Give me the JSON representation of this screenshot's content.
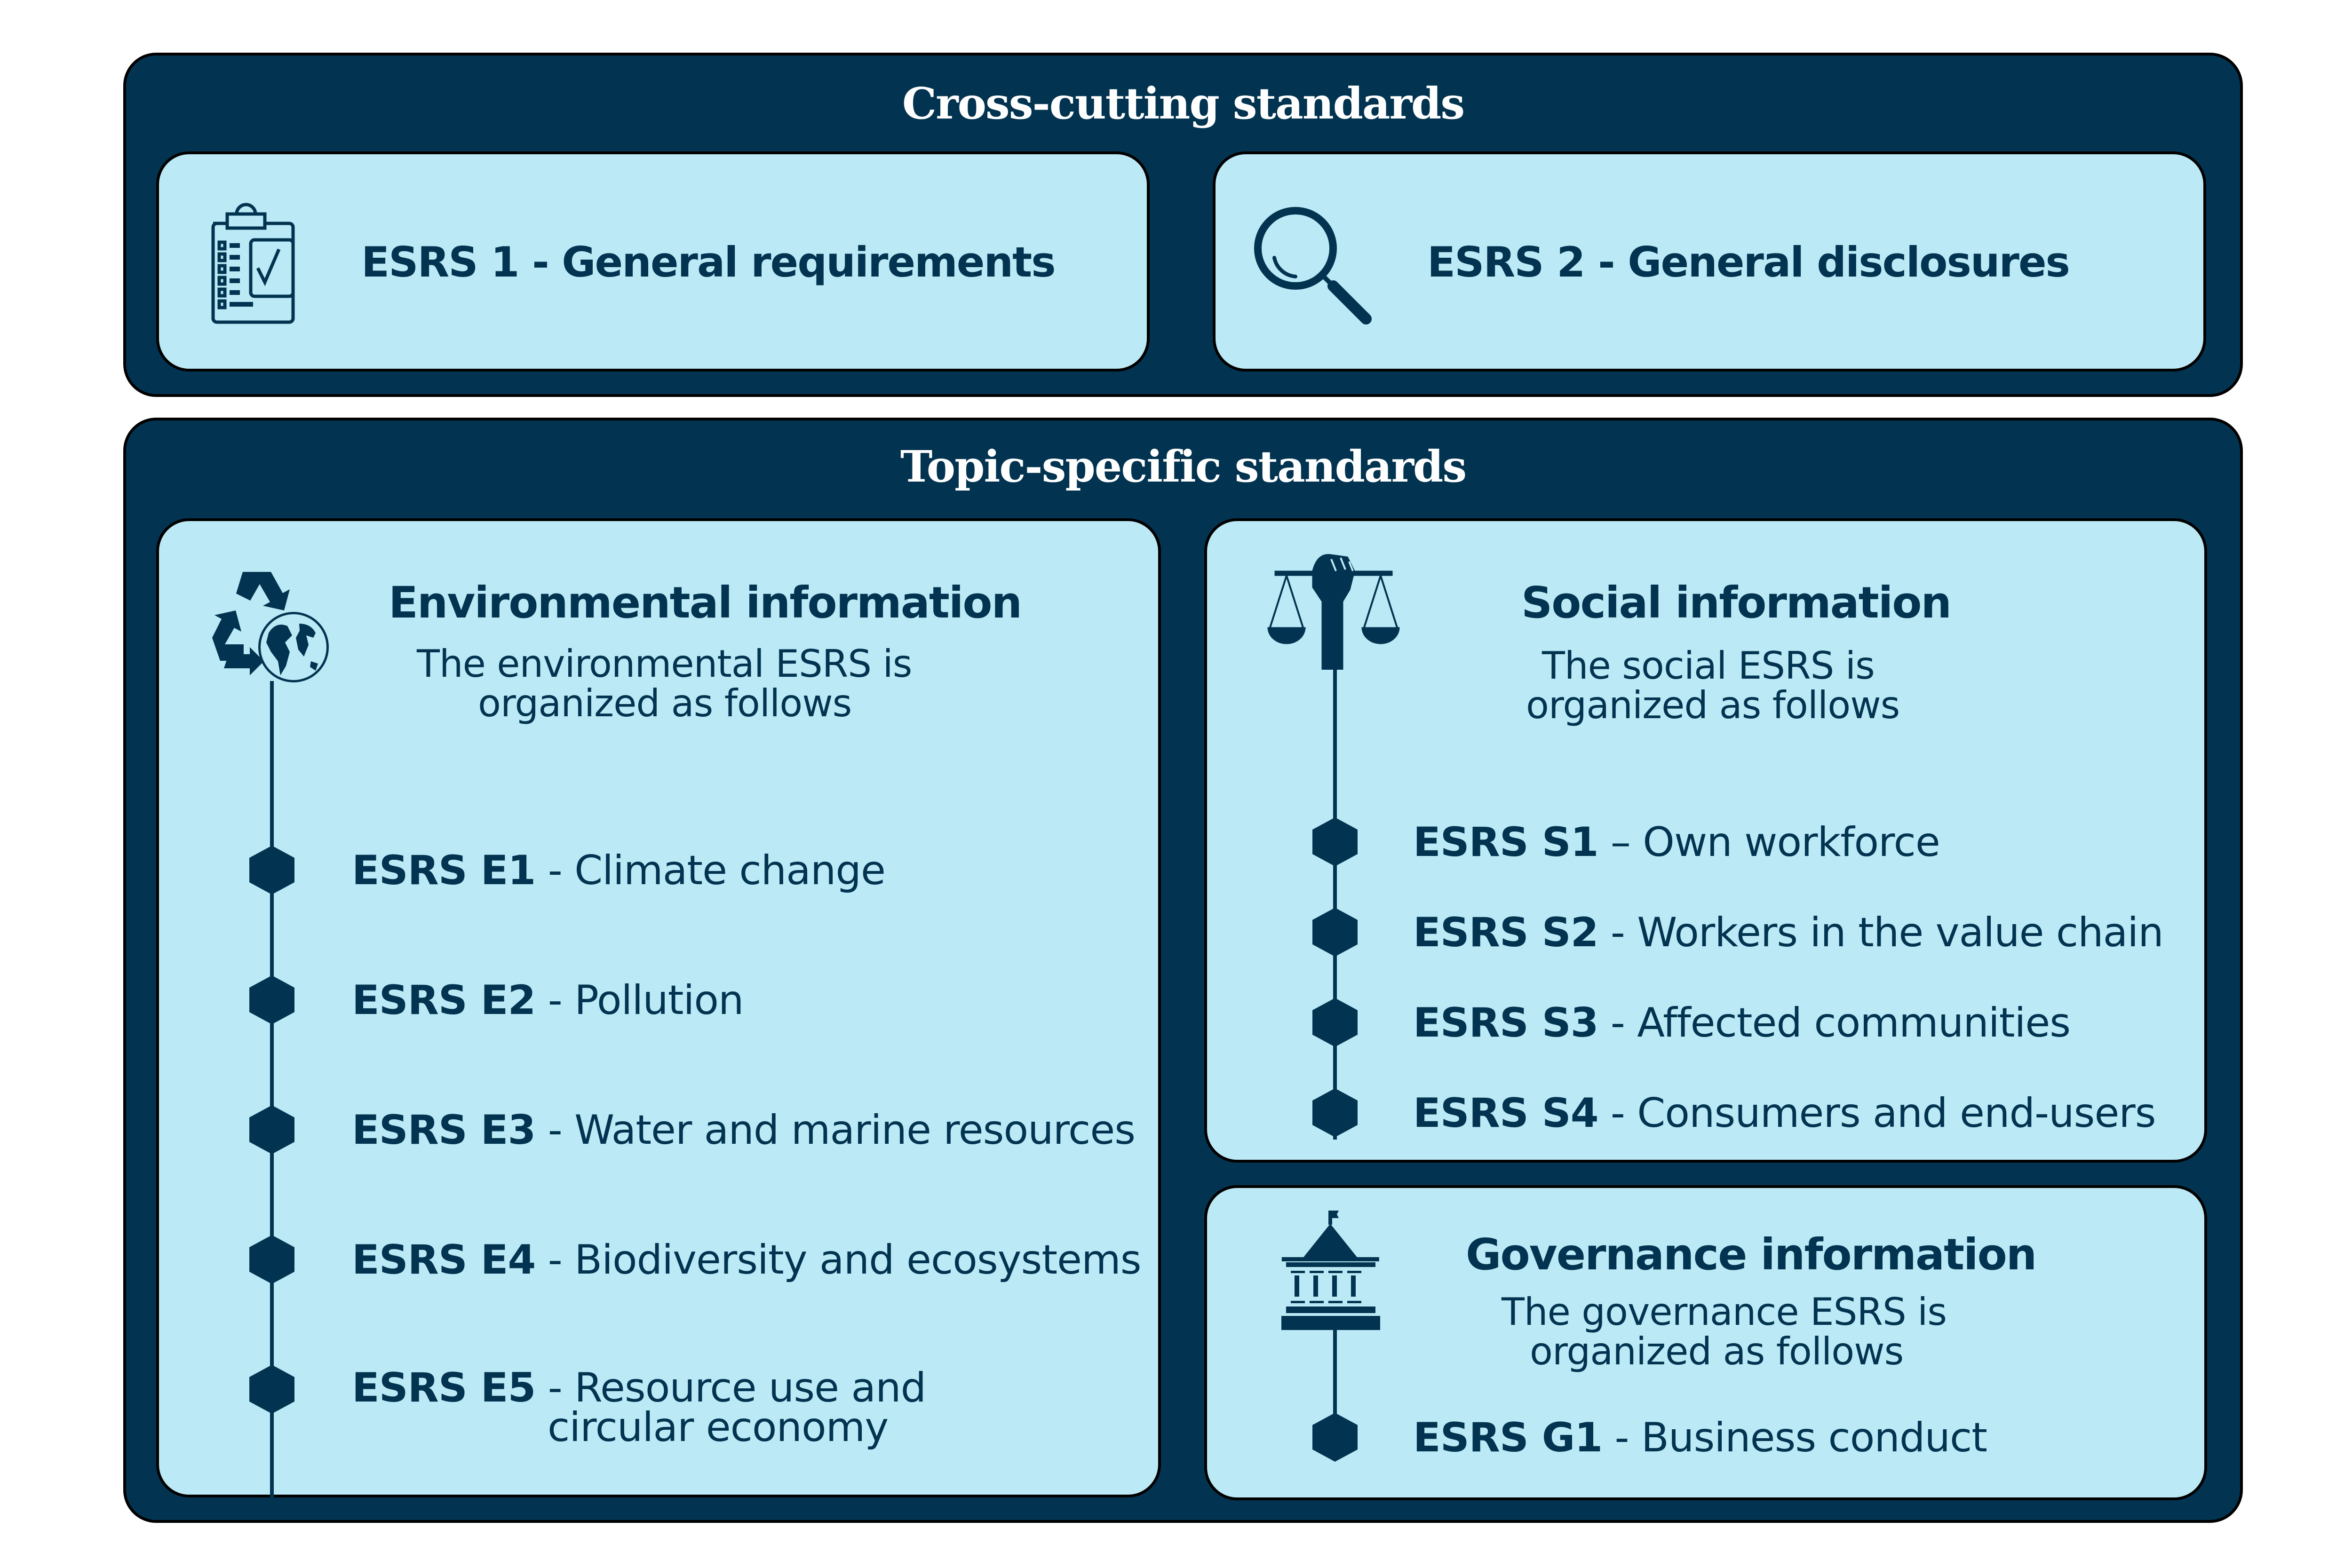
{
  "cross_cutting": {
    "title": "Cross-cutting standards",
    "cards": [
      {
        "icon": "clipboard-checklist-icon",
        "label": "ESRS 1 - General requirements"
      },
      {
        "icon": "magnifying-glass-icon",
        "label": "ESRS 2 - General disclosures"
      }
    ]
  },
  "topic_specific": {
    "title": "Topic-specific standards",
    "environmental": {
      "icon": "recycle-globe-icon",
      "title": "Environmental information",
      "subtitle_line1": "The environmental ESRS is",
      "subtitle_line2": "organized as follows",
      "items": [
        {
          "code": "ESRS E1",
          "sep": " - ",
          "text": "Climate change"
        },
        {
          "code": "ESRS E2",
          "sep": " - ",
          "text": "Pollution"
        },
        {
          "code": "ESRS E3",
          "sep": " - ",
          "text": "Water and marine resources"
        },
        {
          "code": "ESRS E4",
          "sep": " - ",
          "text": "Biodiversity and ecosystems"
        },
        {
          "code": "ESRS E5",
          "sep": " - ",
          "text": "Resource use and",
          "text_line2": "circular economy"
        }
      ]
    },
    "social": {
      "icon": "fist-scales-of-justice-icon",
      "title": "Social information",
      "subtitle_line1": "The social ESRS is",
      "subtitle_line2": "organized as follows",
      "items": [
        {
          "code": "ESRS S1",
          "sep": " – ",
          "text": "Own workforce"
        },
        {
          "code": "ESRS S2",
          "sep": " - ",
          "text": "Workers in the value chain"
        },
        {
          "code": "ESRS S3",
          "sep": " - ",
          "text": "Affected communities"
        },
        {
          "code": "ESRS S4",
          "sep": " - ",
          "text": "Consumers and end-users"
        }
      ]
    },
    "governance": {
      "icon": "government-building-icon",
      "title": "Governance information",
      "subtitle_line1": "The governance ESRS is",
      "subtitle_line2": "organized as follows",
      "items": [
        {
          "code": "ESRS G1",
          "sep": " - ",
          "text": "Business conduct"
        }
      ]
    }
  },
  "colors": {
    "dark_navy": "#023451",
    "light_blue": "#bbe9f5",
    "border": "#000000",
    "title_text": "#ffffff"
  }
}
